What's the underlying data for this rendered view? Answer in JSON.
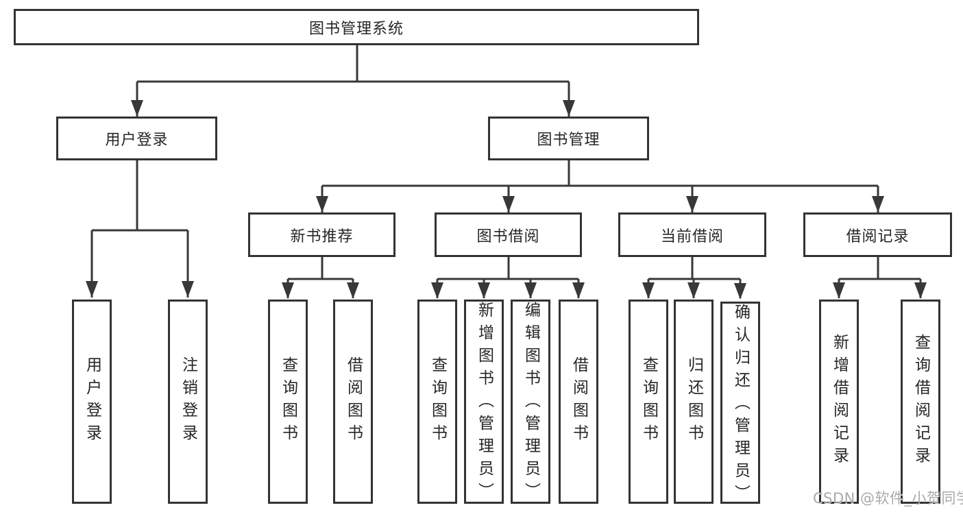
{
  "diagram": {
    "root_label": "图书管理系统",
    "branches": [
      {
        "label": "用户登录",
        "leaves": [
          "用户登录",
          "注销登录"
        ]
      },
      {
        "label": "图书管理",
        "sections": [
          {
            "label": "新书推荐",
            "leaves": [
              "查询图书",
              "借阅图书"
            ]
          },
          {
            "label": "图书借阅",
            "leaves": [
              "查询图书",
              "新增图书（管理员）",
              "编辑图书（管理员）",
              "借阅图书"
            ]
          },
          {
            "label": "当前借阅",
            "leaves": [
              "查询图书",
              "归还图书",
              "确认归还（管理员）"
            ]
          },
          {
            "label": "借阅记录",
            "leaves": [
              "新增借阅记录",
              "查询借阅记录"
            ]
          }
        ]
      }
    ]
  },
  "watermark": "CSDN @软件_小贺同学",
  "colors": {
    "line": "#383838",
    "box_border": "#333333",
    "box_bg": "#ffffff",
    "text": "#262626",
    "watermark": "#a0a0a0"
  }
}
